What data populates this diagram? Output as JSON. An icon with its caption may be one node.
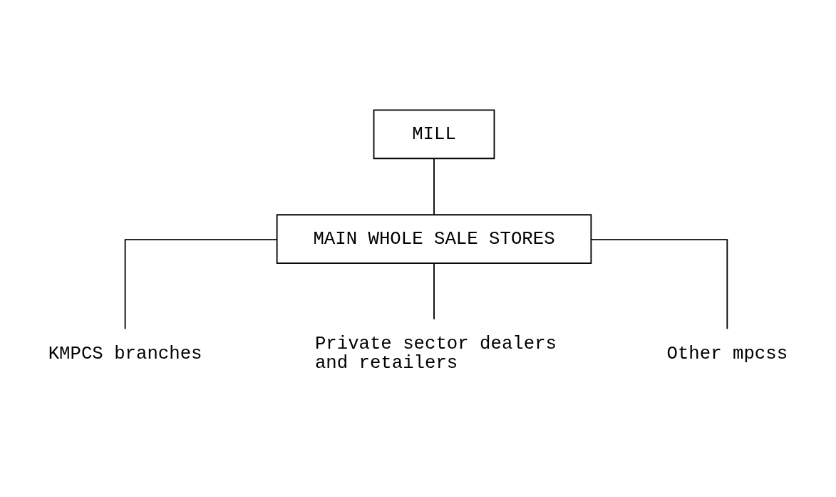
{
  "diagram": {
    "nodes": [
      {
        "text": [
          "MILL"
        ]
      },
      {
        "text": [
          "MAIN WHOLE SALE STORES"
        ]
      },
      {
        "text": [
          "KMPCS branches"
        ]
      },
      {
        "text": [
          "Private sector dealers and retailers"
        ]
      },
      {
        "text": [
          "Other mpcss"
        ]
      }
    ],
    "edges": [
      {
        "from": 0,
        "to": 1,
        "arrow": "none"
      },
      {
        "from": 1,
        "to": 2,
        "arrow": "none"
      },
      {
        "from": 1,
        "to": 3,
        "arrow": "none"
      },
      {
        "from": 1,
        "to": 4,
        "arrow": "none"
      }
    ]
  }
}
